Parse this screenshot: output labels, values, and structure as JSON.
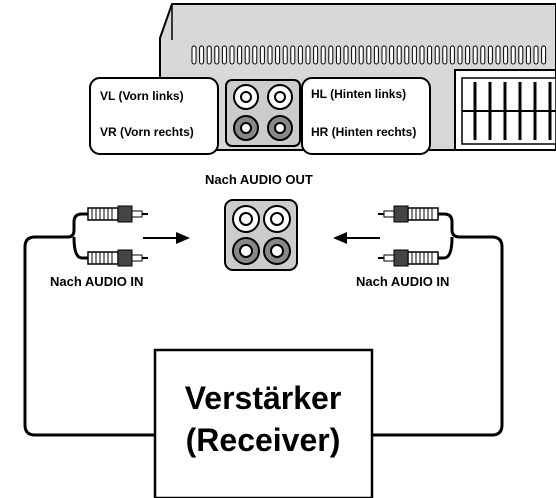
{
  "device_labels": {
    "front_left": "VL (Vorn links)",
    "front_right": "VR (Vorn rechts)",
    "rear_left": "HL (Hinten links)",
    "rear_right": "HR (Hinten rechts)"
  },
  "audio_out_label": "Nach AUDIO OUT",
  "audio_in_left_label": "Nach AUDIO IN",
  "audio_in_right_label": "Nach AUDIO IN",
  "amplifier": {
    "line1": "Verstärker",
    "line2": "(Receiver)"
  }
}
